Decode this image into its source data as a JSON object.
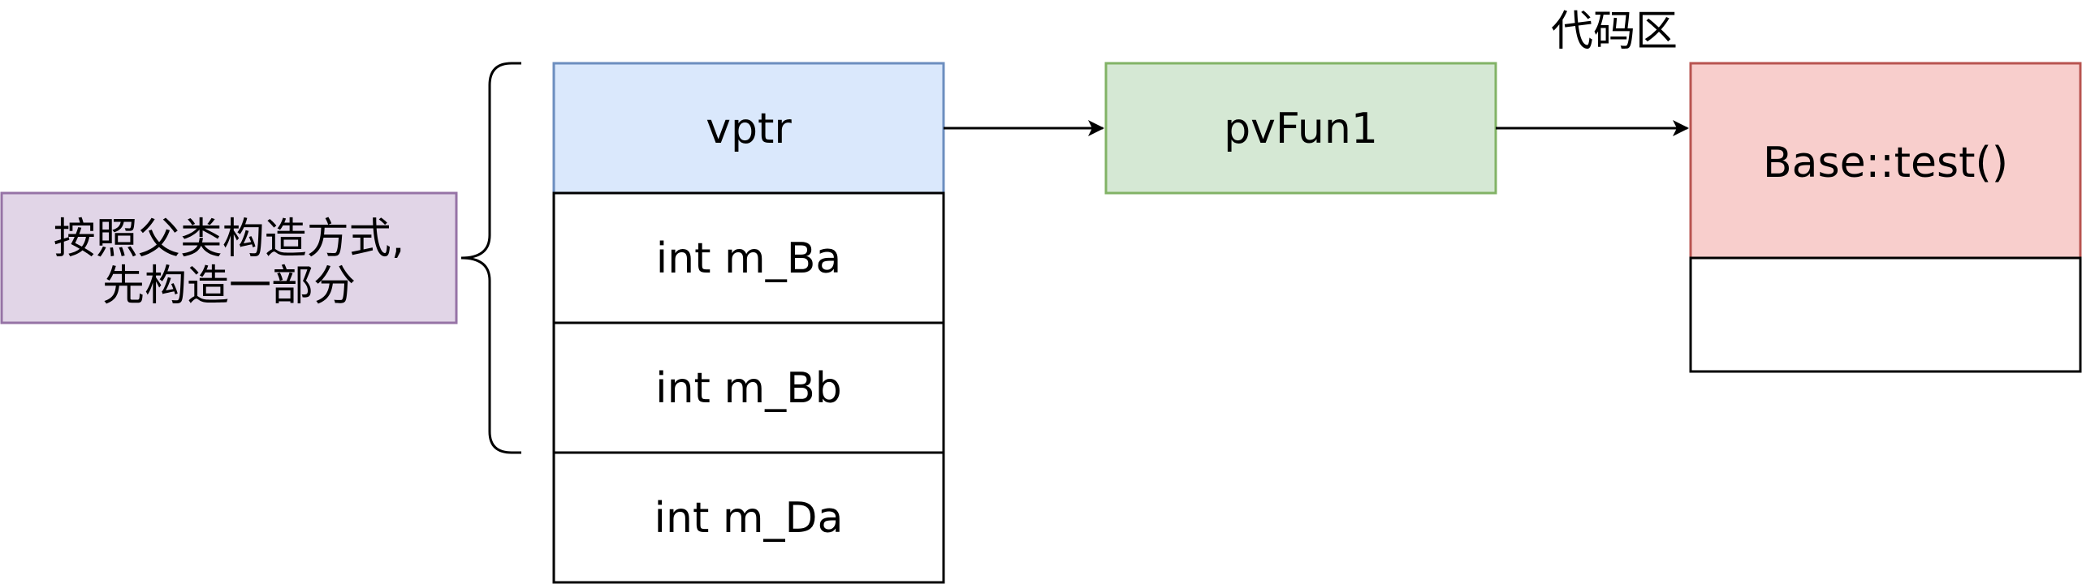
{
  "note": {
    "line1": "按照父类构造方式,",
    "line2": "先构造一部分"
  },
  "object_layout": {
    "cells": [
      "vptr",
      "int m_Ba",
      "int m_Bb",
      "int m_Da"
    ]
  },
  "vtable": {
    "entry": "pvFun1"
  },
  "code_area": {
    "label": "代码区",
    "function": "Base::test()"
  },
  "colors": {
    "note_fill": "#e1d5e7",
    "note_stroke": "#9673a6",
    "vptr_fill": "#dae8fc",
    "vptr_stroke": "#6c8ebf",
    "vtable_fill": "#d5e8d4",
    "vtable_stroke": "#82b366",
    "code_fill": "#f8cecc",
    "code_stroke": "#b85450"
  }
}
